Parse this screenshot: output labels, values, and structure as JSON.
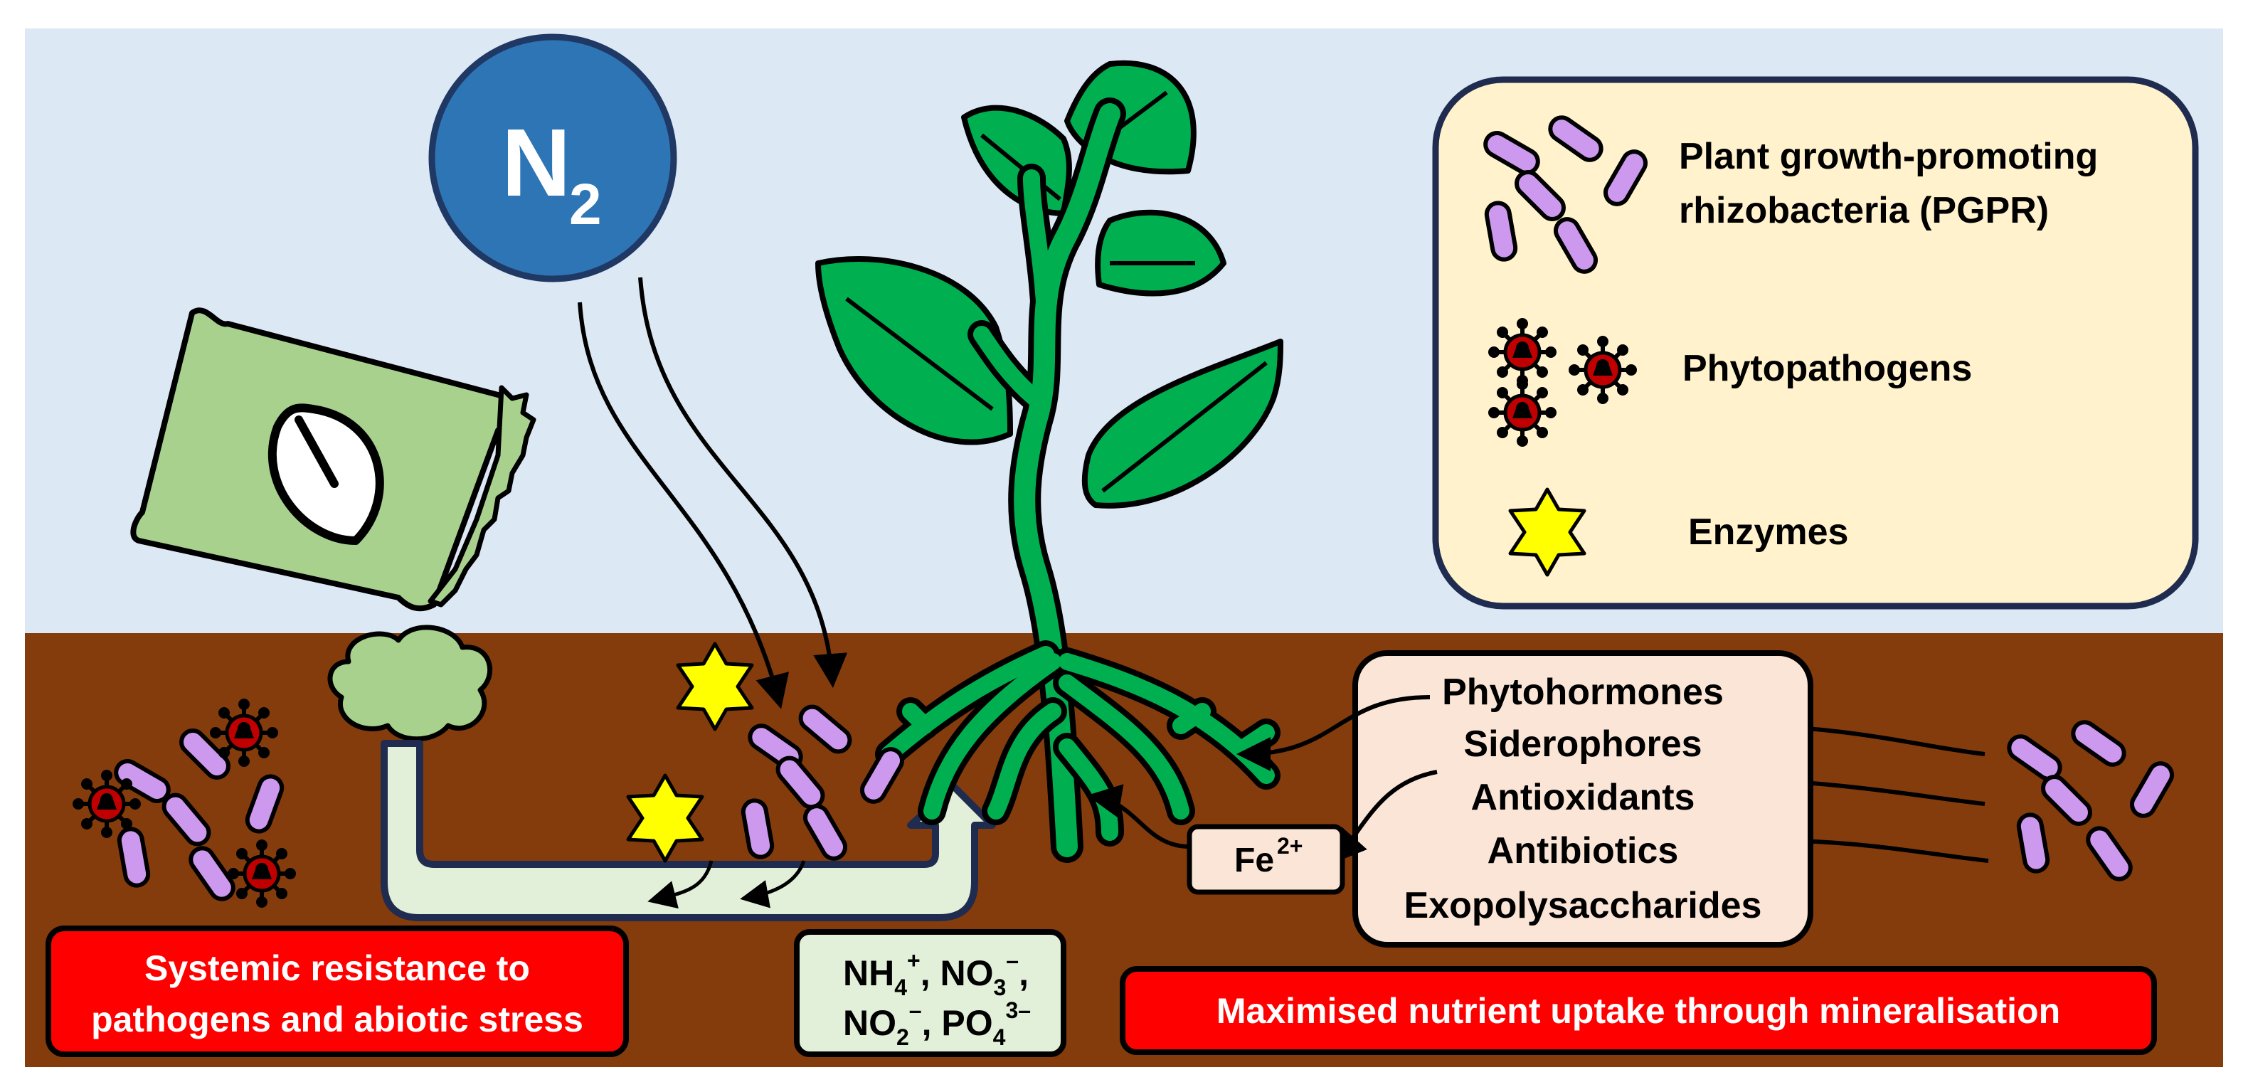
{
  "n2": {
    "main": "N",
    "sub": "2"
  },
  "legend": {
    "pgpr_line1": "Plant growth-promoting",
    "pgpr_line2": "rhizobacteria (PGPR)",
    "pathogens": "Phytopathogens",
    "enzymes": "Enzymes"
  },
  "compounds": [
    "Phytohormones",
    "Siderophores",
    "Antioxidants",
    "Antibiotics",
    "Exopolysaccharides"
  ],
  "fe": {
    "main": "Fe",
    "sup": "2+"
  },
  "ions": {
    "nh4": "NH",
    "nh4_sub": "4",
    "nh4_sup": "+",
    "no3": "NO",
    "no3_sub": "3",
    "no3_sup": "–",
    "no2": "NO",
    "no2_sub": "2",
    "no2_sup": "–",
    "po4": "PO",
    "po4_sub": "4",
    "po4_sup": "3–",
    "sep": ", ",
    "trail": ","
  },
  "resistance": {
    "line1": "Systemic resistance to",
    "line2": "pathogens and abiotic stress"
  },
  "uptake": "Maximised nutrient uptake through mineralisation",
  "colors": {
    "sky": "#dde8f5",
    "soil": "#843c0c",
    "plant": "#00b050",
    "bacteria": "#cc99ee",
    "pathogen": "#c00000",
    "enzyme": "#ffff00",
    "bag": "#a9d18e",
    "n2": "#2e75b6",
    "legend_bg": "#fff2cc",
    "compound_bg": "#fbe5d6",
    "ion_bg": "#e2f0d9",
    "banner": "#ff0000"
  }
}
